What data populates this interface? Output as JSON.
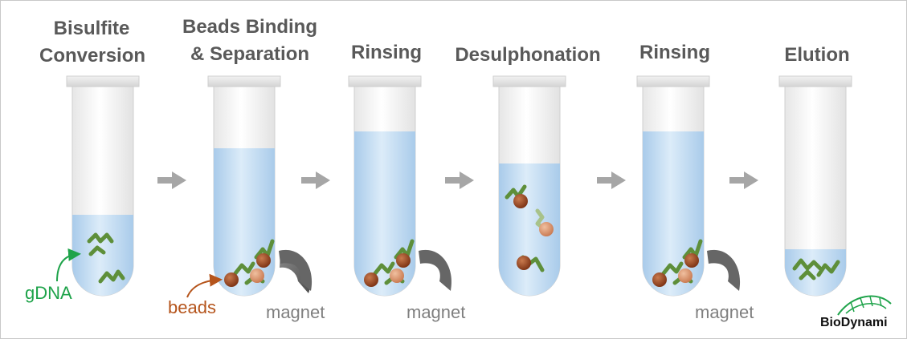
{
  "steps": [
    {
      "title_line1": "Bisulfite",
      "title_line2": "Conversion"
    },
    {
      "title_line1": "Beads Binding",
      "title_line2": "& Separation"
    },
    {
      "title_line1": "Rinsing",
      "title_line2": ""
    },
    {
      "title_line1": "Desulphonation",
      "title_line2": ""
    },
    {
      "title_line1": "Rinsing",
      "title_line2": ""
    },
    {
      "title_line1": "Elution",
      "title_line2": ""
    }
  ],
  "labels": {
    "gdna": "gDNA",
    "beads": "beads",
    "magnet": "magnet"
  },
  "logo": {
    "name": "BioDynami"
  },
  "colors": {
    "title": "#595959",
    "liquid": "#bcd8f0",
    "dna": "#5e8f3a",
    "bead": "#8b3a1c",
    "magnet": "#6b6b6b",
    "arrow": "#a6a6a6",
    "gdna_label": "#1ea34a",
    "beads_label": "#b5541b",
    "magnet_label": "#7f7f7f"
  }
}
